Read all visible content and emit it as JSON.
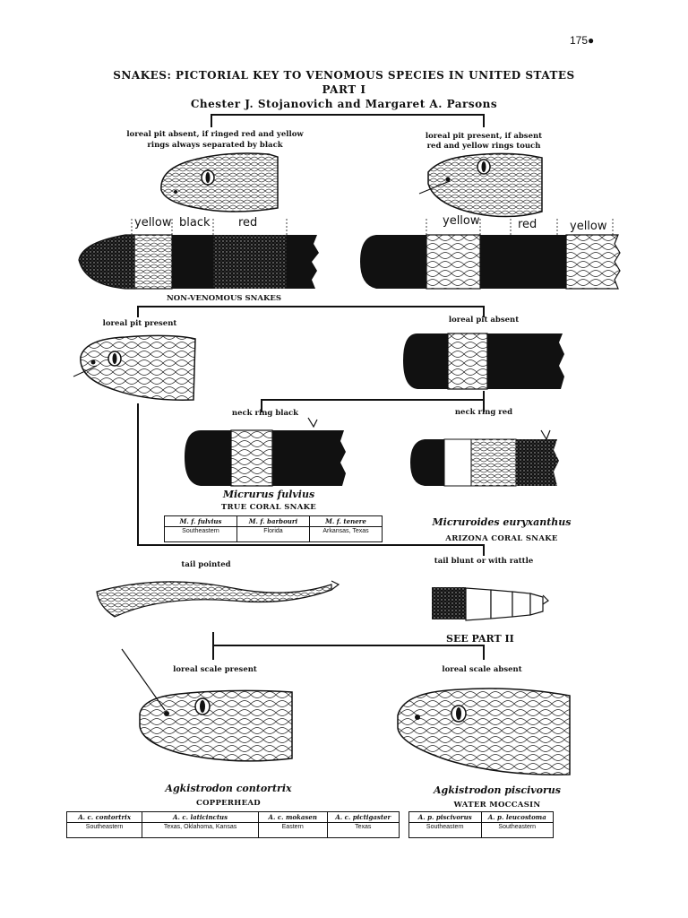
{
  "page_number": "175●",
  "title": {
    "line1": "SNAKES: PICTORIAL KEY TO VENOMOUS SPECIES IN UNITED STATES",
    "line2": "PART I",
    "authors": "Chester J. Stojanovich and Margaret A. Parsons"
  },
  "level1": {
    "left_line1": "loreal pit absent, if ringed red and yellow",
    "left_line2": "rings always separated by black",
    "right_line1": "loreal pit present, if absent",
    "right_line2": "red and yellow rings touch",
    "left_bands": [
      "yellow",
      "black",
      "red"
    ],
    "right_bands": [
      "yellow",
      "red",
      "yellow"
    ],
    "left_result": "NON-VENOMOUS SNAKES"
  },
  "level2": {
    "left": "loreal pit present",
    "right": "loreal pit absent"
  },
  "level3": {
    "left": "neck ring black",
    "right": "neck ring red"
  },
  "micrurus": {
    "scientific": "Micrurus fulvius",
    "common": "TRUE CORAL SNAKE",
    "subspecies": [
      {
        "name": "M. f. fulvius",
        "region": "Southeastern"
      },
      {
        "name": "M. f. barbouri",
        "region": "Florida"
      },
      {
        "name": "M. f. tenere",
        "region": "Arkansas, Texas"
      }
    ]
  },
  "micruroides": {
    "scientific": "Micruroides euryxanthus",
    "common": "ARIZONA CORAL SNAKE"
  },
  "level4": {
    "left": "tail pointed",
    "right": "tail blunt or with rattle",
    "right_result": "SEE PART II"
  },
  "level5": {
    "left": "loreal scale present",
    "right": "loreal scale absent"
  },
  "copperhead": {
    "scientific": "Agkistrodon contortrix",
    "common": "COPPERHEAD",
    "subspecies": [
      {
        "name": "A. c. contortrix",
        "region": "Southeastern"
      },
      {
        "name": "A. c. laticinctus",
        "region": "Texas, Oklahoma, Kansas"
      },
      {
        "name": "A. c. mokasen",
        "region": "Eastern"
      },
      {
        "name": "A. c. pictigaster",
        "region": "Texas"
      }
    ]
  },
  "moccasin": {
    "scientific": "Agkistrodon piscivorus",
    "common": "WATER MOCCASIN",
    "subspecies": [
      {
        "name": "A. p. piscivorus",
        "region": "Southeastern"
      },
      {
        "name": "A. p. leucostoma",
        "region": "Southeastern"
      }
    ]
  }
}
